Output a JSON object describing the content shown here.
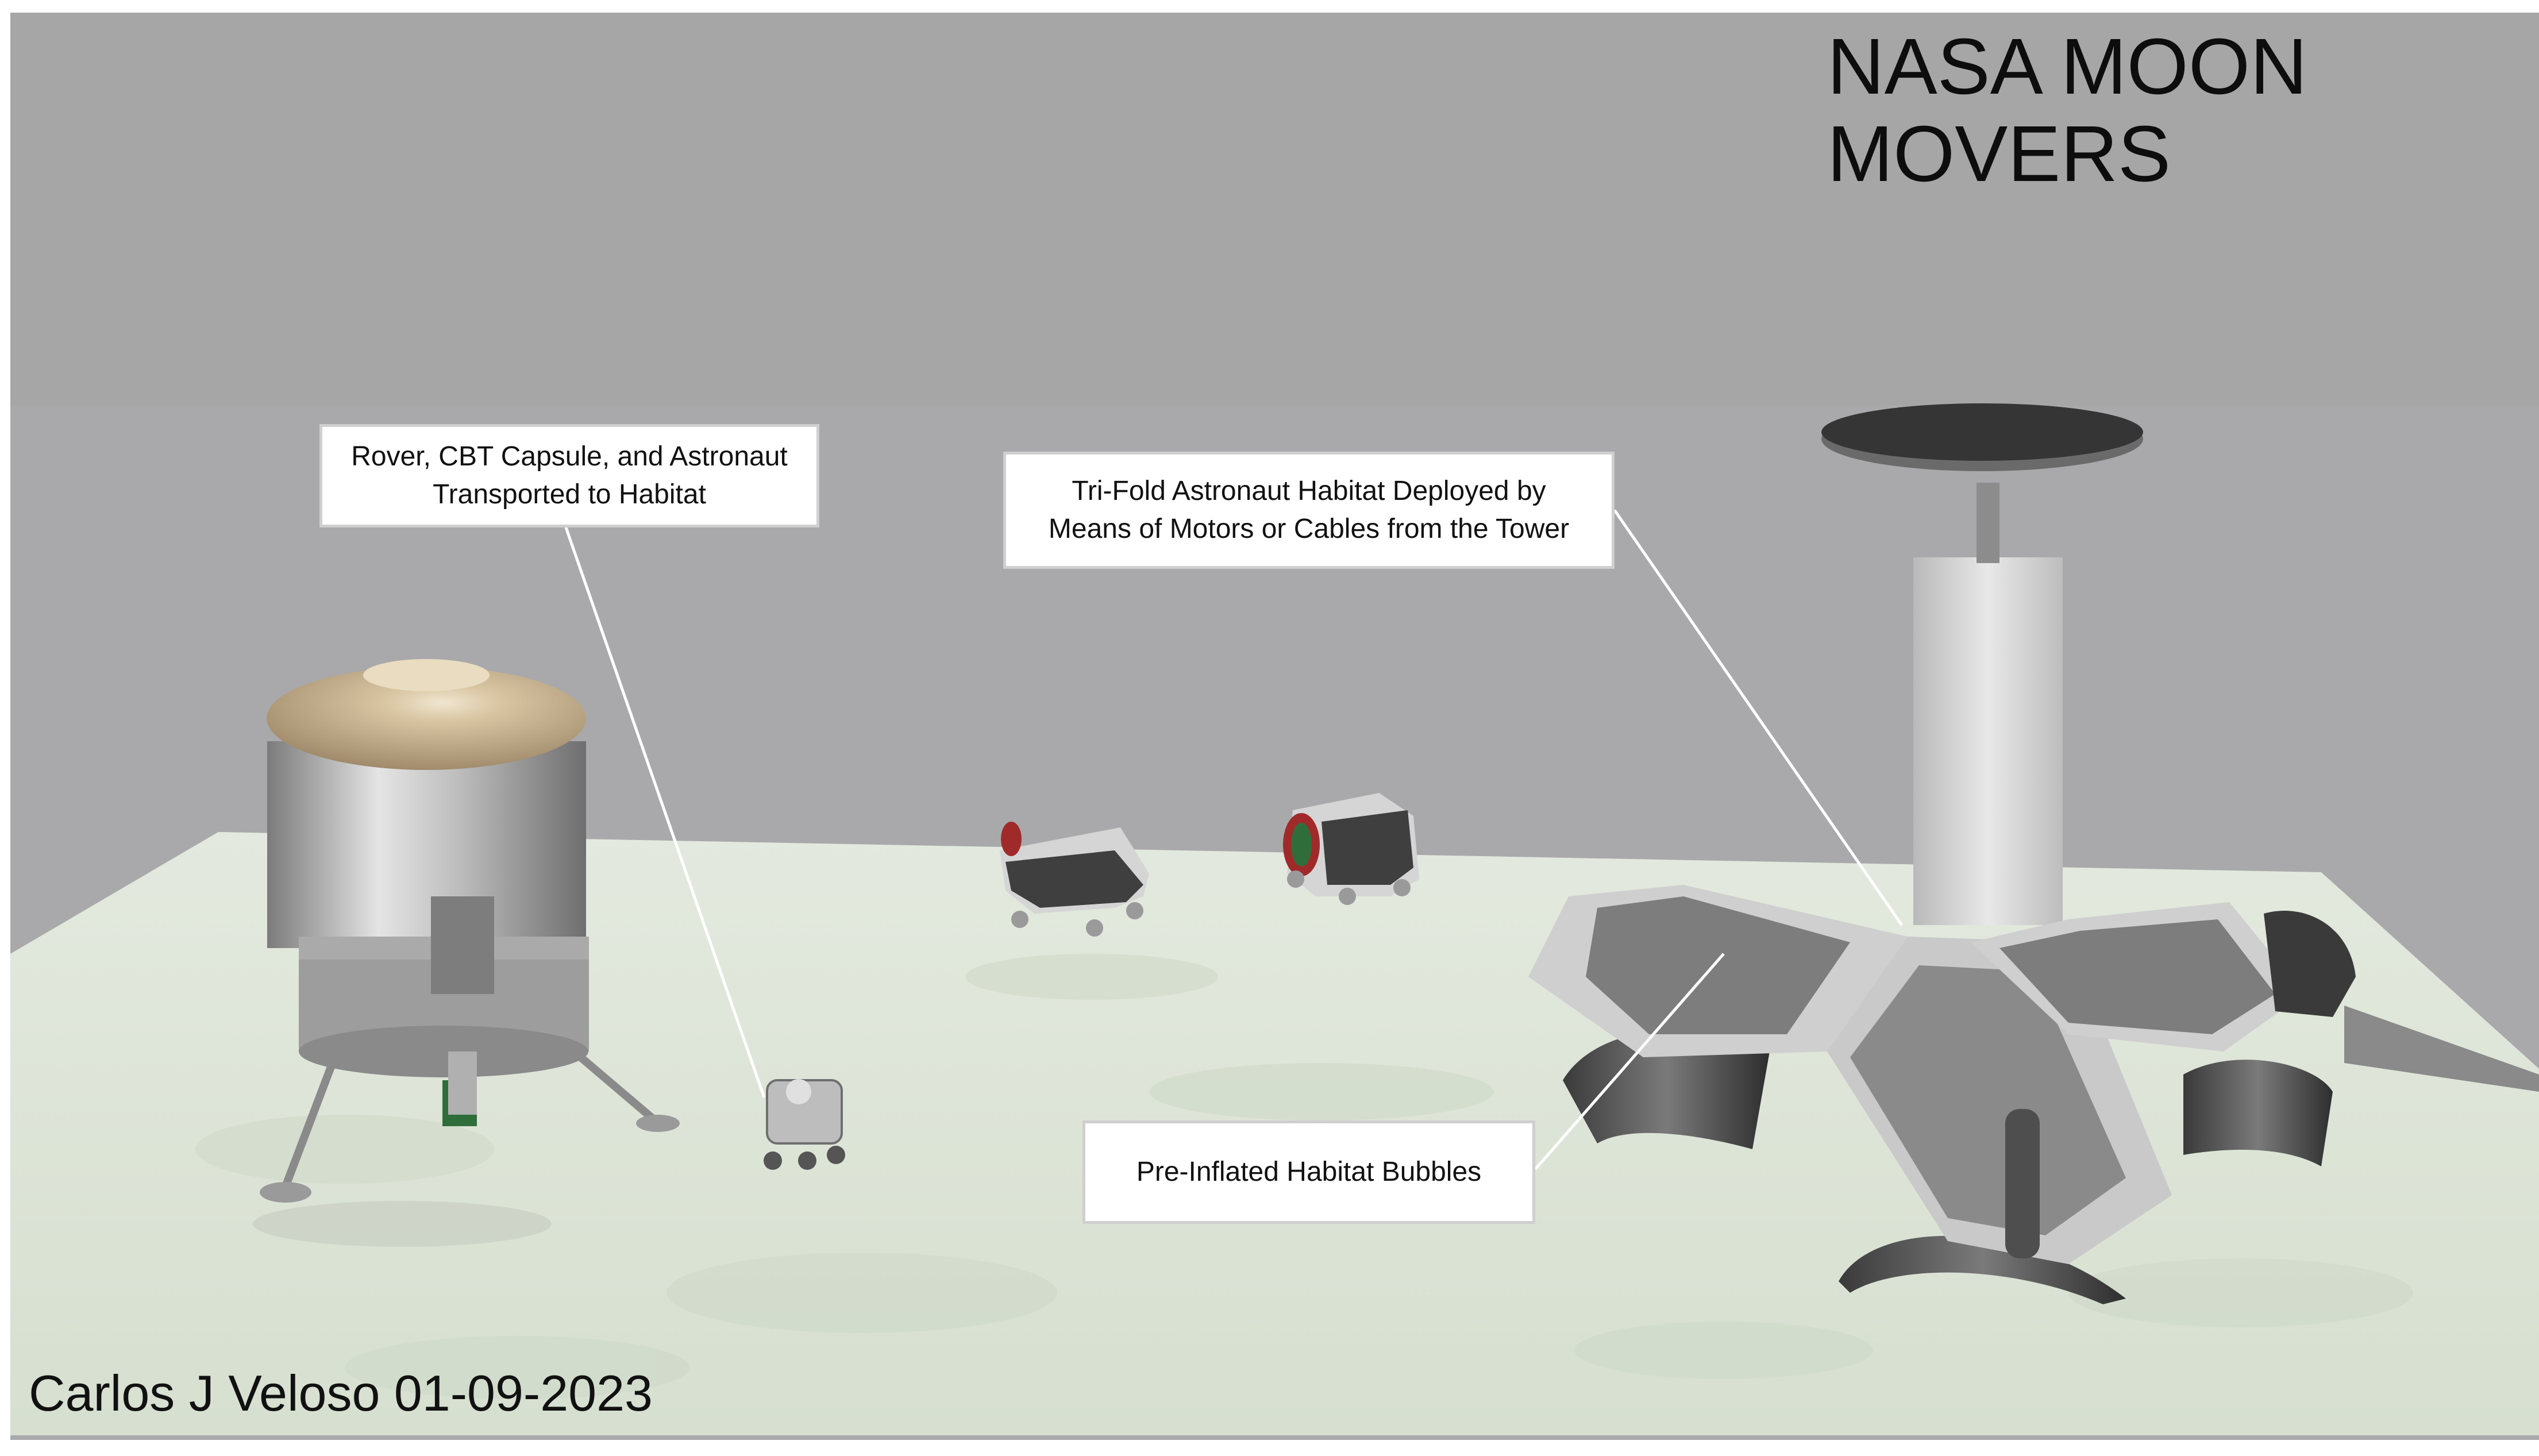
{
  "title": {
    "line1": "NASA MOON",
    "line2": "MOVERS"
  },
  "callouts": {
    "rover": {
      "line1": "Rover, CBT Capsule, and Astronaut",
      "line2": "Transported to Habitat"
    },
    "habitat": {
      "line1": "Tri-Fold Astronaut Habitat Deployed by",
      "line2": "Means of Motors or Cables from the Tower"
    },
    "bubbles": {
      "line1": "Pre-Inflated Habitat Bubbles"
    }
  },
  "credit": "Carlos J Veloso 01-09-2023",
  "colors": {
    "sky": "#a6a6a6",
    "backdrop": "#a9a9ab",
    "ground": "#dfe6da",
    "metal": "#c7c7c7",
    "dark_panel": "#4a4a4a"
  }
}
